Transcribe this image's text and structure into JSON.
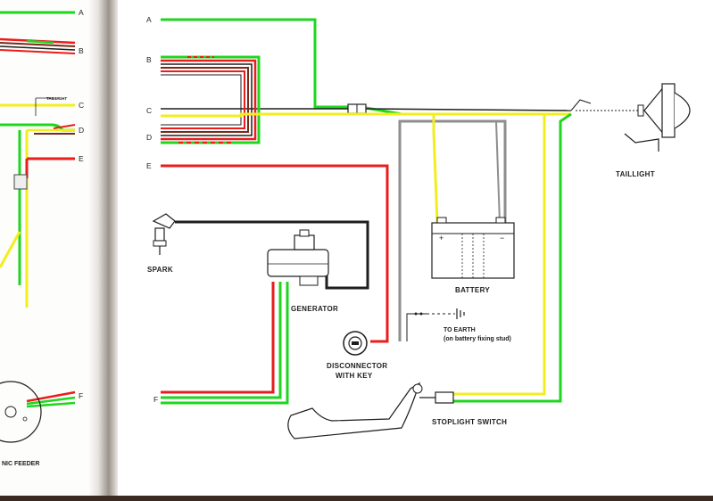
{
  "colors": {
    "green": "#1fd61f",
    "red": "#ea1c1c",
    "yellow": "#f2ee1e",
    "black": "#1e1e1e",
    "grey": "#8e8e8e",
    "brown": "#7a2a1a",
    "paper": "#ffffff",
    "gutter": "#c8c2bc"
  },
  "left_page": {
    "connectors": [
      "A",
      "B",
      "C",
      "D",
      "E",
      "F"
    ],
    "labels": {
      "taillight": "TAILLIGHT",
      "feeder": "NIC FEEDER"
    }
  },
  "right_page": {
    "connectors": [
      "A",
      "B",
      "C",
      "D",
      "E",
      "F"
    ],
    "components": {
      "taillight": "TAILLIGHT",
      "spark": "SPARK",
      "battery": "BATTERY",
      "generator": "GENERATOR",
      "earth_line1": "TO EARTH",
      "earth_line2": "(on battery fixing stud)",
      "disconnector_line1": "DISCONNECTOR",
      "disconnector_line2": "WITH KEY",
      "stoplight_switch": "STOPLIGHT SWITCH",
      "battery_plus": "+",
      "battery_minus": "−"
    }
  }
}
